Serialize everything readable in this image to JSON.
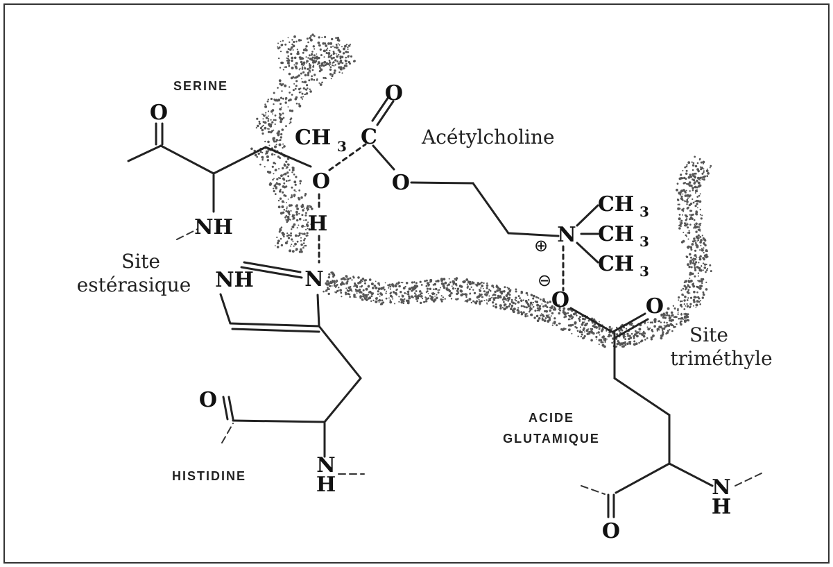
{
  "residues": {
    "serine": "SERINE",
    "histidine": "HISTIDINE",
    "glutamic_acid_line1": "ACIDE",
    "glutamic_acid_line2": "GLUTAMIQUE"
  },
  "substrate": {
    "name": "Acétylcholine"
  },
  "sites": {
    "esterase_line1": "Site",
    "esterase_line2": "estérasique",
    "trimethyl_line1": "Site",
    "trimethyl_line2": "triméthyle"
  },
  "atoms": {
    "O": "O",
    "C": "C",
    "N": "N",
    "H": "H",
    "NH": "NH",
    "CH": "CH",
    "sub3": "3",
    "plus": "⊕",
    "minus": "⊖"
  }
}
